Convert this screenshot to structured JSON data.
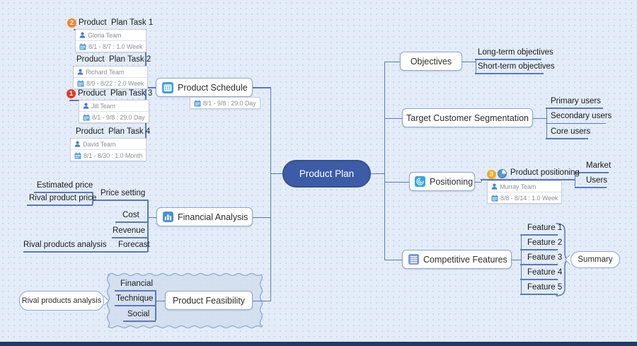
{
  "central": {
    "label": "Product Plan"
  },
  "schedule": {
    "label": "Product Schedule",
    "duration": "8/1 - 9/8 : 29.0 Day",
    "tasks": [
      {
        "label": "Product  Plan Task 1",
        "badge": "2",
        "assignee": "Gloria Team",
        "dates": "8/1 - 8/7 : 1.0 Week"
      },
      {
        "label": "Product  Plan Task 2",
        "assignee": "Richard Team",
        "dates": "8/9 - 8/22 : 2.0 Week"
      },
      {
        "label": "Product  Plan Task 3",
        "badge": "1",
        "assignee": "Jill Team",
        "dates": "8/1 - 9/8 : 29.0 Day"
      },
      {
        "label": "Product  Plan Task 4",
        "assignee": "David Team",
        "dates": "8/1 - 8/30 : 1.0 Month"
      }
    ]
  },
  "financial": {
    "label": "Financial Analysis",
    "price_setting": "Price setting",
    "estimated_price": "Estimated price",
    "rival_product_price": "Rival product price",
    "cost": "Cost",
    "revenue": "Revenue",
    "forecast": "Forecast",
    "rival_products_analysis": "Rival products analysis"
  },
  "feasibility": {
    "label": "Product Feasibility",
    "aspects": [
      "Financial",
      "Technique",
      "Social"
    ],
    "callout": "Rival products analysis"
  },
  "objectives": {
    "label": "Objectives",
    "items": [
      "Long-term objectives",
      "Short-term objectives"
    ]
  },
  "segmentation": {
    "label": "Target Customer Segmentation",
    "items": [
      "Primary users",
      "Secondary users",
      "Core users"
    ]
  },
  "positioning": {
    "label": "Positioning",
    "task": {
      "label": "Product positioning",
      "badge": "3",
      "assignee": "Murray Team",
      "dates": "8/8 - 8/14 : 1.0 Week"
    },
    "items": [
      "Market",
      "Users"
    ]
  },
  "competitive": {
    "label": "Competitive Features",
    "features": [
      "Feature 1",
      "Feature 2",
      "Feature 3",
      "Feature 4",
      "Feature 5"
    ],
    "summary": "Summary"
  },
  "colors": {
    "background": "#e3ecf8",
    "branch_line": "#5b7ab6",
    "central_fill": "#3d5ca8",
    "badge_red": "#e23b2e",
    "badge_orange": "#f5862a",
    "badge_amber": "#f8a91f",
    "bottom_bar": "#1c3a6e"
  }
}
